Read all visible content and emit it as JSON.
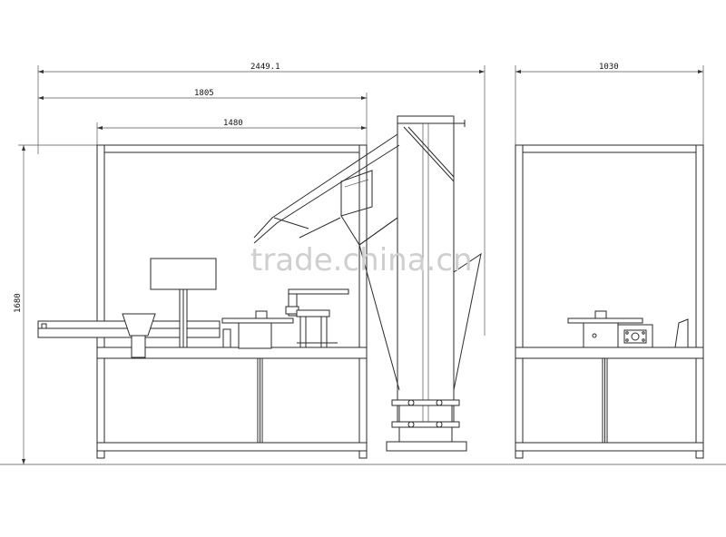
{
  "dimensions": {
    "overall_width": "2449.1",
    "frame_outer_width": "1805",
    "frame_inner_width": "1480",
    "height": "1680",
    "side_width": "1030"
  },
  "watermark": "trade.china.cn"
}
